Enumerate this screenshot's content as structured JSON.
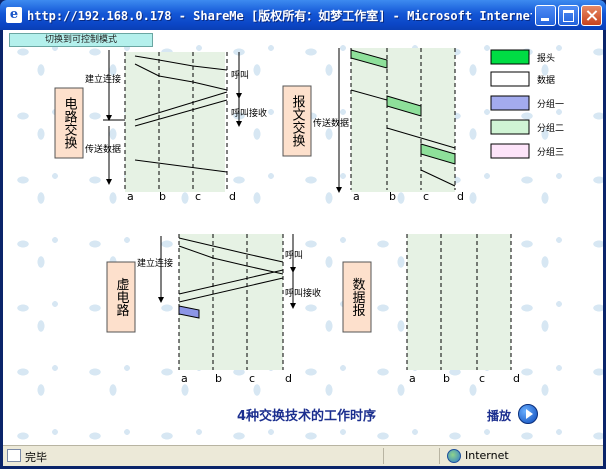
{
  "window": {
    "title": "http://192.168.0.178 - ShareMe [版权所有：如梦工作室] - Microsoft Internet Explorer",
    "icon": "ie-page-icon",
    "controls": {
      "minimize": "minimize-icon",
      "maximize": "maximize-icon",
      "close": "close-icon"
    }
  },
  "toolbar": {
    "mode_switch_label": "切换到可控制模式"
  },
  "panels": [
    {
      "id": "circuit",
      "title": "电路交换",
      "labels": {
        "setup": "建立连接",
        "call": "呼叫",
        "accept": "呼叫接收",
        "transfer": "传送数据"
      },
      "stations": [
        "a",
        "b",
        "c",
        "d"
      ]
    },
    {
      "id": "message",
      "title": "报文交换",
      "labels": {
        "transfer": "传送数据"
      },
      "stations": [
        "a",
        "b",
        "c",
        "d"
      ]
    },
    {
      "id": "virtual",
      "title": "虚电路",
      "labels": {
        "setup": "建立连接",
        "call": "呼叫",
        "accept": "呼叫接收"
      },
      "stations": [
        "a",
        "b",
        "c",
        "d"
      ]
    },
    {
      "id": "datagram",
      "title": "数据报",
      "stations": [
        "a",
        "b",
        "c",
        "d"
      ]
    }
  ],
  "legend": [
    {
      "label": "报头",
      "color": "#00dd44"
    },
    {
      "label": "数据",
      "color": "#ffffff"
    },
    {
      "label": "分组一",
      "color": "#a3abee"
    },
    {
      "label": "分组二",
      "color": "#d0f4d4"
    },
    {
      "label": "分组三",
      "color": "#fde4f9"
    }
  ],
  "caption": "4种交换技术的工作时序",
  "play_label": "播放",
  "colors": {
    "lane": "#e6f2e4",
    "title_box": "#fde0cc",
    "header_pkt": "#8ee09a",
    "packet1": "#8c96e6",
    "caption": "#1c2f8f"
  },
  "status": {
    "text": "完毕",
    "zone": "Internet"
  }
}
